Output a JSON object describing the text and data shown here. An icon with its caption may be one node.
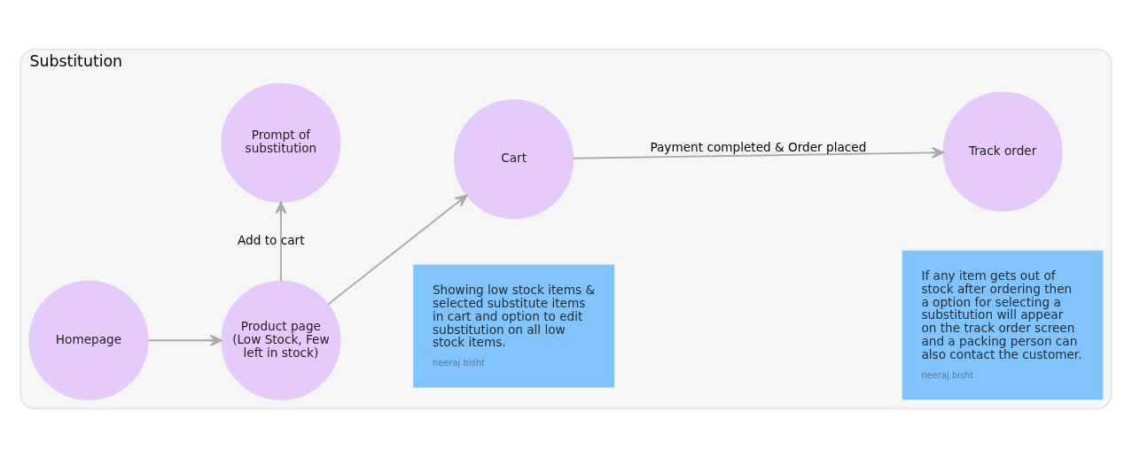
{
  "diagram": {
    "nodes": [
      {
        "text": [
          "Substitution"
        ]
      },
      {
        "text": [
          "Homepage"
        ],
        "in": 0
      },
      {
        "text": [
          "Product page (Low Stock, Few left in stock)"
        ],
        "in": 0
      },
      {
        "text": [
          "Cart"
        ],
        "in": 0
      },
      {
        "text": [
          "Track order"
        ],
        "in": 0
      },
      {
        "text": [
          "Prompt of substitution"
        ],
        "in": 0
      },
      {
        "text": [
          "Showing low stock items & selected substitute items in cart and option to edit substitution on all low stock items.",
          "neeraj bisht"
        ],
        "in": 0
      },
      {
        "text": [
          "If any item gets out of stock after ordering then a option for selecting a substitution will appear on the track order screen and a packing person can also contact the customer.",
          "neeraj bisht"
        ],
        "in": 0
      }
    ],
    "edges": [
      {
        "from": 1,
        "to": 2,
        "arrow": "to"
      },
      {
        "from": 2,
        "to": 3,
        "arrow": "to"
      },
      {
        "from": 3,
        "to": 4,
        "arrow": "to",
        "label": "Payment completed & Order placed"
      },
      {
        "from": 2,
        "to": 5,
        "arrow": "to",
        "label": "Add to cart"
      }
    ]
  }
}
